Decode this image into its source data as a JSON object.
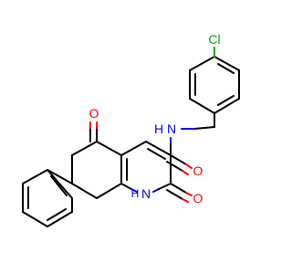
{
  "atoms": {
    "cl": {
      "text": "Cl",
      "color": "#00aa00"
    },
    "amide_n": {
      "text": "N",
      "color": "#0000ff"
    },
    "amide_h": {
      "text": "H",
      "color": "#0000ff"
    },
    "ring_nh": {
      "text": "NH",
      "color": "#0000ff"
    },
    "ring_n_label": {
      "text": "N",
      "color": "#0000ff"
    },
    "ring_h_label": {
      "text": "H",
      "color": "#0000ff"
    },
    "amide_o": {
      "text": "O",
      "color": "#ff0000"
    },
    "ketone_o": {
      "text": "O",
      "color": "#ff0000"
    },
    "lactam_o": {
      "text": "O",
      "color": "#ff0000"
    }
  },
  "colors": {
    "carbon_bond": "#000000",
    "oxygen": "#ff0000",
    "nitrogen": "#0000ff",
    "chlorine": "#00aa00",
    "background": "#ffffff"
  }
}
